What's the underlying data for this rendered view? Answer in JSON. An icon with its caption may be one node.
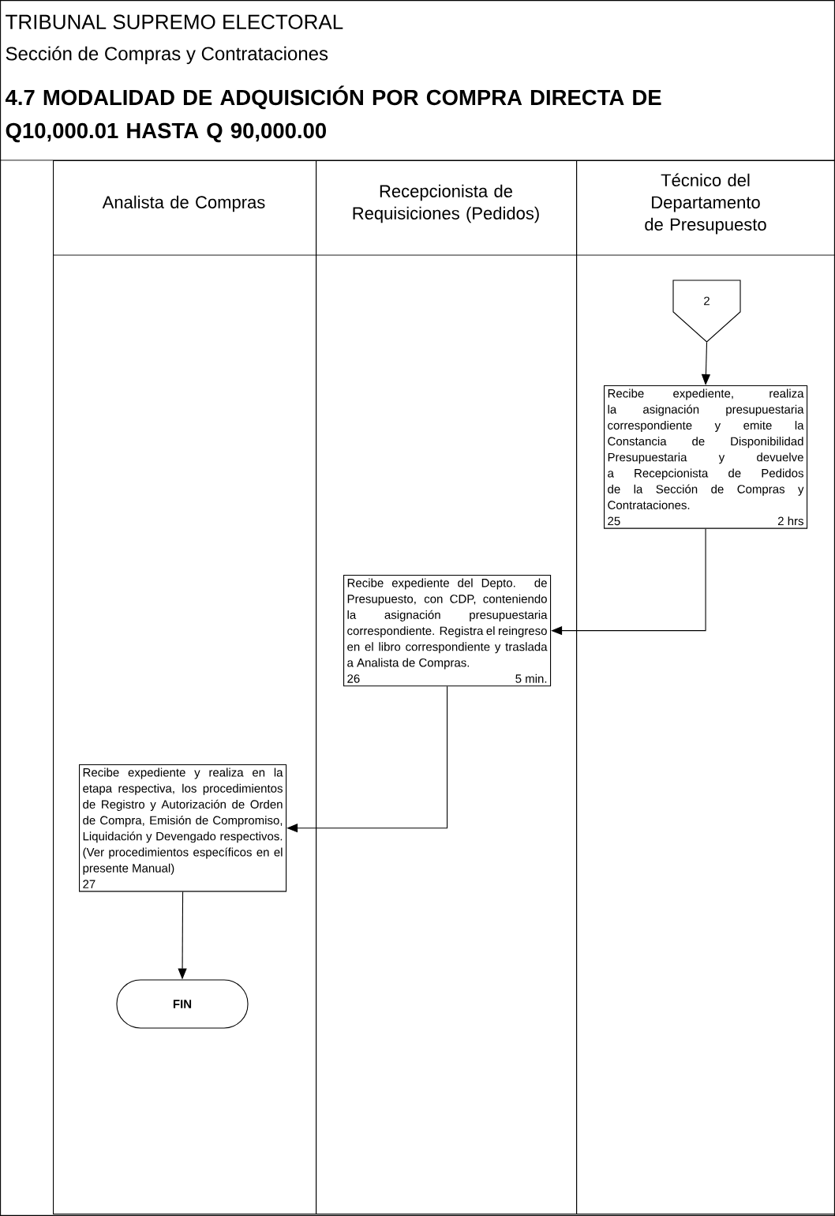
{
  "diagram": {
    "title": "4.7 MODALIDAD DE ADQUISICIÓN POR COMPRA DIRECTA DE Q10,000.01 HASTA Q 90,000.00",
    "nodes": [
      {
        "text": [
          "Analista de Compras"
        ]
      },
      {
        "text": [
          "Recepcionista de Requisiciones (Pedidos)"
        ]
      },
      {
        "text": [
          "Técnico del Departamento de Presupuesto"
        ]
      },
      {
        "text": [
          "2"
        ],
        "in": 2
      },
      {
        "text": [
          "Recibe expediente, realiza la asignación presupuestaria correspondiente y emite la Constancia de Disponibilidad Presupuestaria y devuelve a Recepcionista de Pedidos de la Sección de Compras y Contrataciones.",
          "25",
          "2 hrs"
        ],
        "in": 2
      },
      {
        "text": [
          "Recibe expediente del Depto. de Presupuesto, con CDP, conteniendo la asignación presupuestaria correspondiente. Registra el reingreso en el libro correspondiente y traslada a Analista de Compras.",
          "26",
          "5 min."
        ],
        "in": 1
      },
      {
        "text": [
          "Recibe expediente y realiza en la etapa respectiva, los procedimientos de Registro y Autorización de Orden de Compra, Emisión de Compromiso, Liquidación y Devengado respectivos. (Ver procedimientos específicos en el presente Manual)",
          "27"
        ],
        "in": 0
      },
      {
        "text": [
          "FIN"
        ],
        "in": 0
      }
    ],
    "edges": [
      {
        "from": 3,
        "to": 4,
        "arrow": "to"
      },
      {
        "from": 4,
        "to": 5,
        "arrow": "to"
      },
      {
        "from": 5,
        "to": 6,
        "arrow": "to"
      },
      {
        "from": 6,
        "to": 7,
        "arrow": "to"
      }
    ],
    "labels": [
      "TRIBUNAL SUPREMO ELECTORAL",
      "Sección de Compras y Contrataciones"
    ]
  }
}
